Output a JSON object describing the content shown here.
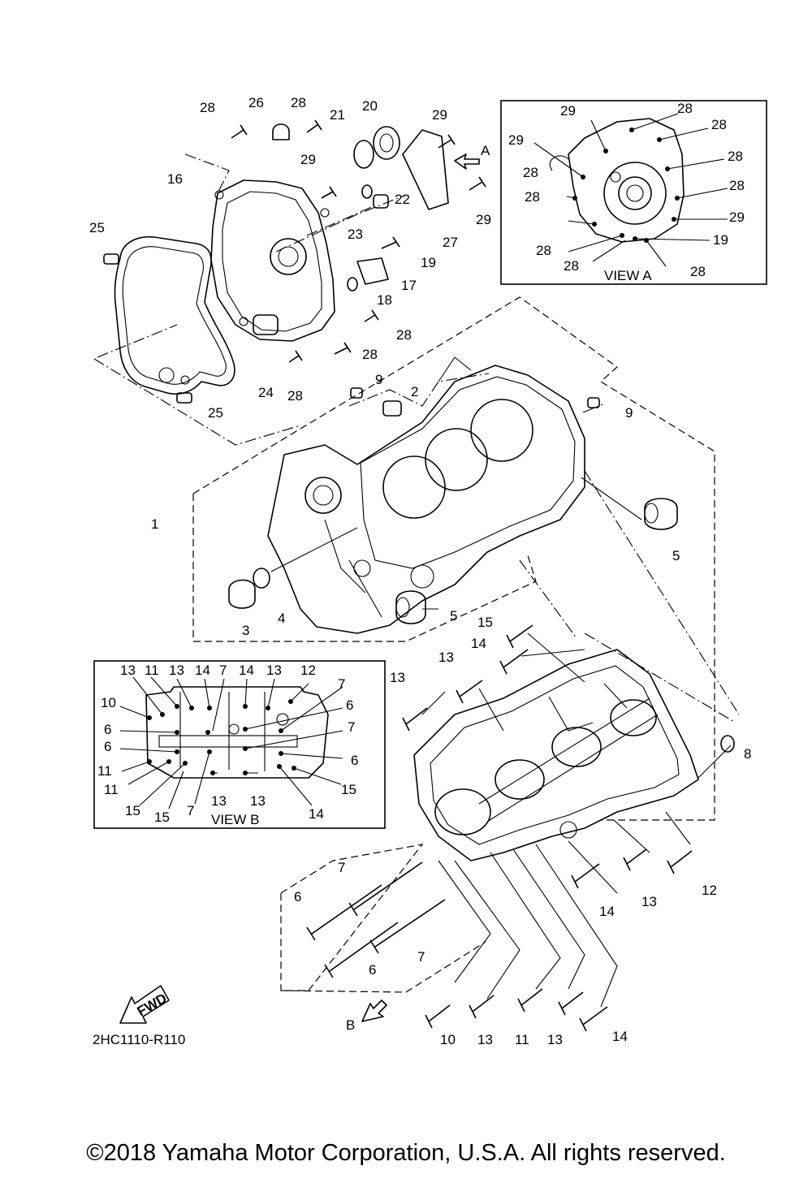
{
  "diagram": {
    "code": "2HC1110-R110",
    "fwd_label": "FWD",
    "arrow_a": "A",
    "arrow_b": "B",
    "view_a": {
      "title": "VIEW A",
      "labels": [
        "29",
        "28",
        "28",
        "29",
        "28",
        "28",
        "28",
        "28",
        "29",
        "28",
        "19",
        "28",
        "28"
      ]
    },
    "view_b": {
      "title": "VIEW B",
      "labels": [
        "13",
        "11",
        "13",
        "14",
        "7",
        "14",
        "13",
        "12",
        "7",
        "10",
        "6",
        "6",
        "7",
        "6",
        "6",
        "11",
        "11",
        "15",
        "15",
        "7",
        "13",
        "13",
        "14",
        "15"
      ]
    },
    "callouts": [
      "28",
      "26",
      "28",
      "21",
      "20",
      "29",
      "16",
      "29",
      "22",
      "27",
      "29",
      "25",
      "23",
      "19",
      "17",
      "18",
      "28",
      "28",
      "24",
      "28",
      "25",
      "9",
      "2",
      "9",
      "1",
      "5",
      "4",
      "3",
      "5",
      "15",
      "14",
      "13",
      "13",
      "8",
      "7",
      "6",
      "14",
      "13",
      "12",
      "7",
      "6",
      "10",
      "13",
      "11",
      "13",
      "14"
    ]
  },
  "copyright": "©2018 Yamaha Motor Corporation, U.S.A. All rights reserved."
}
